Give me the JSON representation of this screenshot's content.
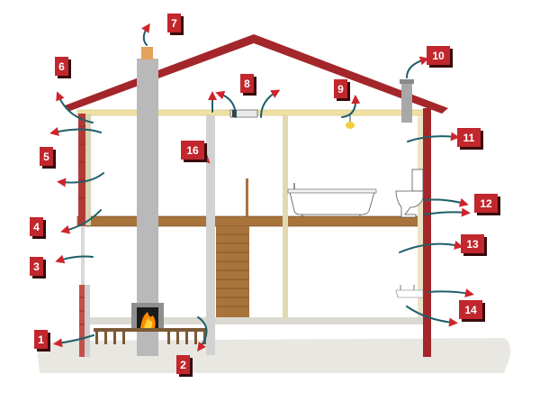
{
  "colors": {
    "roof": "#a3262a",
    "badge": "#c1272d",
    "badge_shadow": "#3a0a0c",
    "arrow_stem": "#1f5f6a",
    "arrow_head": "#d0242b",
    "wood": "#a9743c",
    "wood_dark": "#6b4420",
    "chimney": "#b9b9b9",
    "ground": "#e8e6e1",
    "beam": "#f1e2a8",
    "wall_post": "#d9d2b3"
  },
  "markers": [
    {
      "label": "1",
      "icon": "leak-arrow-icon"
    },
    {
      "label": "2",
      "icon": "leak-arrow-icon"
    },
    {
      "label": "3",
      "icon": "leak-arrow-icon"
    },
    {
      "label": "4",
      "icon": "leak-arrow-icon"
    },
    {
      "label": "5",
      "icon": "leak-arrow-icon"
    },
    {
      "label": "6",
      "icon": "leak-arrow-icon"
    },
    {
      "label": "7",
      "icon": "leak-arrow-icon"
    },
    {
      "label": "8",
      "icon": "leak-arrow-icon"
    },
    {
      "label": "9",
      "icon": "leak-arrow-icon"
    },
    {
      "label": "10",
      "icon": "leak-arrow-icon"
    },
    {
      "label": "11",
      "icon": "leak-arrow-icon"
    },
    {
      "label": "12",
      "icon": "leak-arrow-icon"
    },
    {
      "label": "13",
      "icon": "leak-arrow-icon"
    },
    {
      "label": "14",
      "icon": "leak-arrow-icon"
    },
    {
      "label": "16",
      "icon": "leak-arrow-icon"
    }
  ],
  "icons": [
    "fireplace-icon",
    "bathtub-icon",
    "toilet-icon",
    "sink-icon",
    "light-fixture-icon",
    "chimney-icon",
    "vent-pipe-icon"
  ]
}
